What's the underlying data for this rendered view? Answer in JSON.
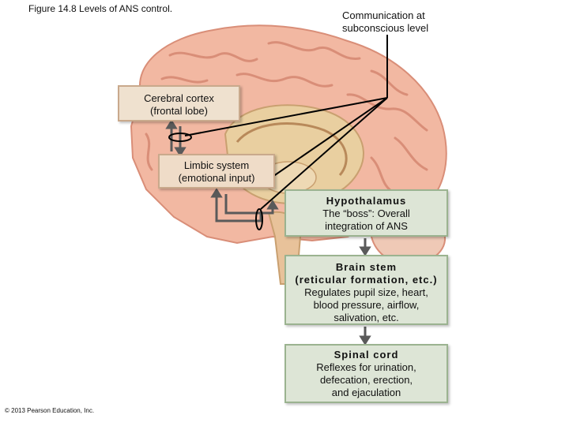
{
  "figure_title": "Figure 14.8  Levels of ANS control.",
  "top_label": {
    "line1": "Communication at",
    "line2": "subconscious level"
  },
  "boxes": {
    "cortex": {
      "line1": "Cerebral cortex",
      "line2": "(frontal lobe)"
    },
    "limbic": {
      "line1": "Limbic system",
      "line2": "(emotional input)"
    },
    "hypothalamus": {
      "title": "Hypothalamus",
      "line1": "The “boss”: Overall",
      "line2": "integration of ANS"
    },
    "brainstem": {
      "title1": "Brain stem",
      "title2": "(reticular formation, etc.)",
      "line1": "Regulates pupil size, heart,",
      "line2": "blood pressure, airflow,",
      "line3": "salivation, etc."
    },
    "spinal": {
      "title": "Spinal cord",
      "line1": "Reflexes for urination,",
      "line2": "defecation, erection,",
      "line3": "and ejaculation"
    }
  },
  "copyright": "© 2013 Pearson Education, Inc.",
  "colors": {
    "brain_outer": "#f2b8a2",
    "brain_fold": "#d98e78",
    "midbrain": "#e9cfa0",
    "connector": "#5a5a5a",
    "line": "#000000"
  }
}
